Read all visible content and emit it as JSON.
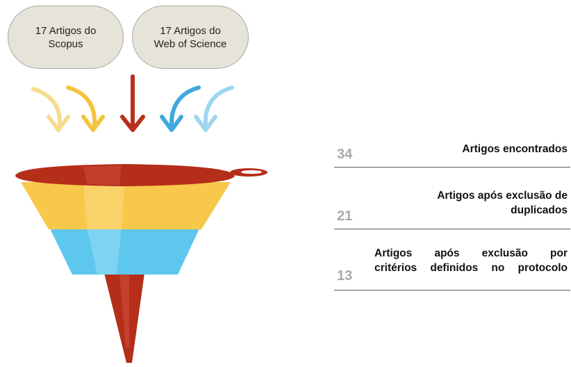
{
  "sources": [
    {
      "line1": "17 Artigos do",
      "line2": "Scopus"
    },
    {
      "line1": "17 Artigos do",
      "line2": "Web of Science"
    }
  ],
  "stats": [
    {
      "number": "34",
      "line1": "Artigos encontrados",
      "line2": ""
    },
    {
      "number": "21",
      "line1": "Artigos após exclusão de",
      "line2": "duplicados"
    },
    {
      "number": "13",
      "line1": "Artigos após exclusão por",
      "line2": "critérios definidos no protocolo"
    }
  ],
  "colors": {
    "arrow_light_yellow": "#f7dc8f",
    "arrow_yellow": "#f3c33d",
    "arrow_red": "#b8301c",
    "arrow_blue": "#3fa9dc",
    "arrow_light_blue": "#9fd6ef",
    "funnel_rim": "#b52e1a",
    "funnel_yellow": "#f7c84a",
    "funnel_blue": "#5ec7ee",
    "funnel_spout": "#b52e1a",
    "number_gray": "#a9a9a9"
  }
}
